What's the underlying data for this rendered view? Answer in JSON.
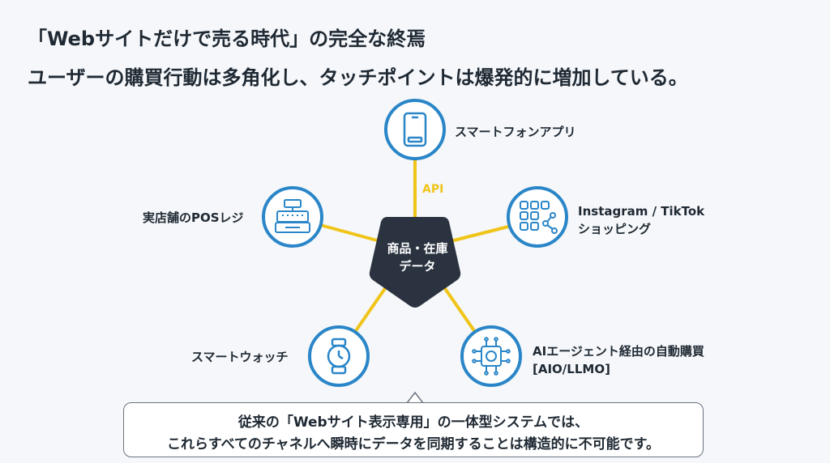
{
  "header": {
    "title": "「Webサイトだけで売る時代」の完全な終焉",
    "subtitle": "ユーザーの購買行動は多角化し、タッチポイントは爆発的に増加している。"
  },
  "hub": {
    "line1": "商品・在庫",
    "line2": "データ"
  },
  "connector_label": "API",
  "nodes": {
    "smartphone": {
      "label": "スマートフォンアプリ",
      "icon": "smartphone-icon"
    },
    "social": {
      "line1": "Instagram / TikTok",
      "line2": "ショッピング",
      "icon": "app-grid-share-icon"
    },
    "ai_agent": {
      "line1": "AIエージェント経由の自動購買",
      "line2": "[AIO/LLMO]",
      "icon": "ai-chip-icon"
    },
    "watch": {
      "label": "スマートウォッチ",
      "icon": "watch-icon"
    },
    "pos": {
      "label": "実店舗のPOSレジ",
      "icon": "cash-register-icon"
    }
  },
  "callout": {
    "line1": "従来の「Webサイト表示専用」の一体型システムでは、",
    "line2": "これらすべてのチャネルへ瞬時にデータを同期することは構造的に不可能です。"
  },
  "colors": {
    "hub": "#2b3340",
    "connector": "#f0c419",
    "ring": "#2a86c8",
    "text": "#1f2933"
  }
}
